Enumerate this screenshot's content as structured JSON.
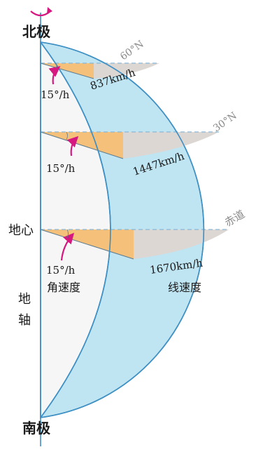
{
  "labels": {
    "north_pole": "北极",
    "south_pole": "南极",
    "earth_center": "地心",
    "axis_char_1": "地",
    "axis_char_2": "轴",
    "angular_velocity": "角速度",
    "linear_velocity": "线速度",
    "equator": "赤道",
    "lat_60": "60°N",
    "lat_30": "30°N",
    "rate_60": "15°/h",
    "rate_30": "15°/h",
    "rate_0": "15°/h",
    "speed_60": "837km/h",
    "speed_30": "1447km/h",
    "speed_0": "1670km/h"
  },
  "colors": {
    "ocean_blue": "#bfe4f2",
    "outline_blue": "#3d8fc4",
    "angle_orange": "#f5c07a",
    "speed_gray": "#ddd7d3",
    "arrow_magenta": "#d6177f",
    "inner_white": "#f6f6f6",
    "dashed_line": "#8ab7d4"
  },
  "icons": {
    "rotation_arrow": "curved-arrow-icon"
  }
}
